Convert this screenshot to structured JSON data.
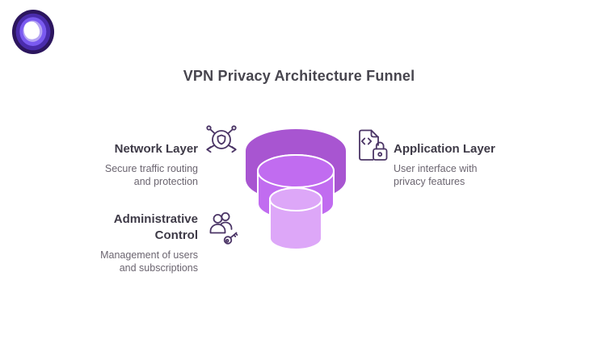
{
  "title": "VPN Privacy Architecture Funnel",
  "layers": [
    {
      "id": "network",
      "label": "Network Layer",
      "desc_lines": [
        "Secure traffic routing",
        "and protection"
      ],
      "icon": "network-shield-routing-icon",
      "side": "left"
    },
    {
      "id": "application",
      "label": "Application Layer",
      "desc_lines": [
        "User interface with",
        "privacy features"
      ],
      "icon": "document-code-lock-icon",
      "side": "right"
    },
    {
      "id": "admin",
      "label_lines": [
        "Administrative",
        "Control"
      ],
      "label": "Administrative Control",
      "desc_lines": [
        "Management of users",
        "and subscriptions"
      ],
      "icon": "users-key-icon",
      "side": "left"
    }
  ],
  "funnel": {
    "tiers": [
      {
        "position": "top",
        "color": "#a855d1"
      },
      {
        "position": "middle",
        "color": "#c16cf0"
      },
      {
        "position": "bottom",
        "color": "#dda7f8"
      }
    ],
    "separator_color": "#ffffff"
  },
  "logo": {
    "name": "purevpn-logo",
    "ring_colors": [
      "#2c165e",
      "#4a2cac",
      "#7a5af0",
      "#b6a5f3"
    ],
    "core_color": "#ffffff"
  },
  "colors": {
    "icon_stroke": "#4b3566",
    "title_text": "#47454e",
    "label_text": "#3e3a47",
    "desc_text": "#6b6570",
    "background": "#ffffff"
  }
}
